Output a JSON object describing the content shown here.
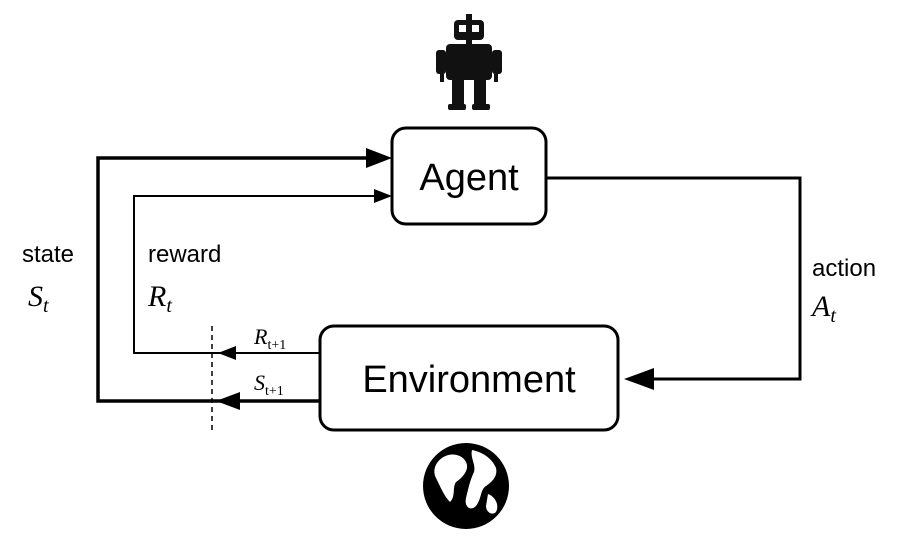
{
  "agent": {
    "label": "Agent",
    "icon": "robot-icon"
  },
  "environment": {
    "label": "Environment",
    "icon": "globe-icon"
  },
  "state": {
    "label": "state",
    "symbol": "S",
    "subscript": "t"
  },
  "reward": {
    "label": "reward",
    "symbol": "R",
    "subscript": "t"
  },
  "action": {
    "label": "action",
    "symbol": "A",
    "subscript": "t"
  },
  "next_reward": {
    "symbol": "R",
    "subscript": "t+1"
  },
  "next_state": {
    "symbol": "S",
    "subscript": "t+1"
  },
  "colors": {
    "line": "#000000",
    "box_fill": "#ffffff",
    "background": "#ffffff"
  }
}
